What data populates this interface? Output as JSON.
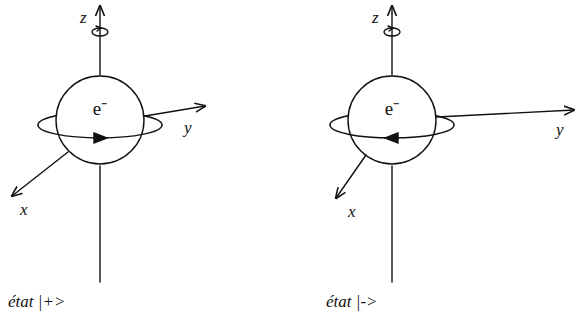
{
  "diagram": {
    "nodes": [
      {
        "text": [
          "e⁻"
        ]
      },
      {
        "text": [
          "e⁻"
        ]
      }
    ],
    "labels": [
      "z",
      "y",
      "x",
      "état |+>",
      "z",
      "y",
      "x",
      "état |->"
    ]
  }
}
